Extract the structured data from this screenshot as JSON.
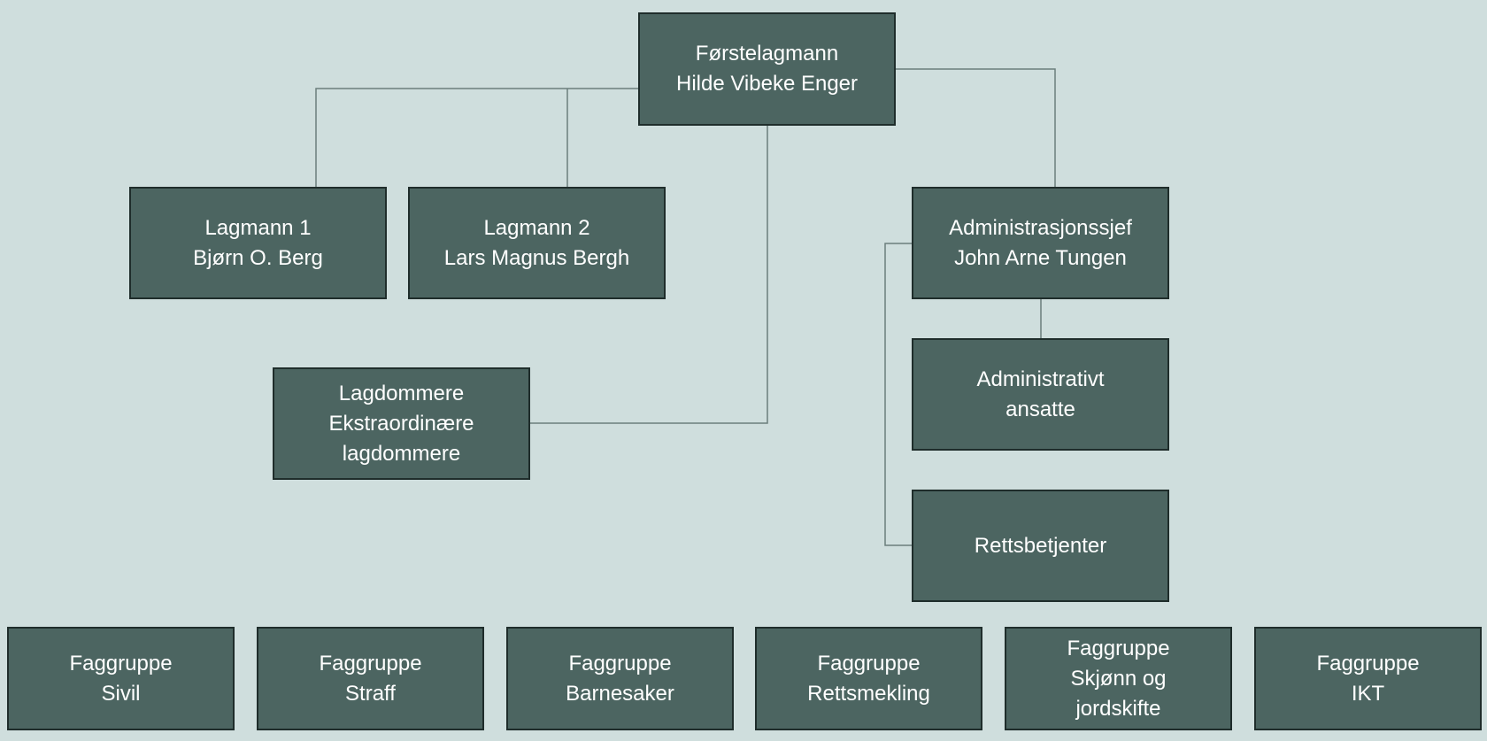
{
  "org_chart": {
    "top": {
      "title": "Førstelagmann",
      "name": "Hilde Vibeke Enger"
    },
    "lagmann_1": {
      "title": "Lagmann 1",
      "name": "Bjørn O. Berg"
    },
    "lagmann_2": {
      "title": "Lagmann 2",
      "name": "Lars Magnus Bergh"
    },
    "administrasjonssjef": {
      "title": "Administrasjonssjef",
      "name": "John Arne Tungen"
    },
    "lagdommere": {
      "line1": "Lagdommere",
      "line2": "Ekstraordinære",
      "line3": "lagdommere"
    },
    "administrativt": {
      "line1": "Administrativt",
      "line2": "ansatte"
    },
    "rettsbetjenter": {
      "label": "Rettsbetjenter"
    },
    "faggrupper": [
      {
        "line1": "Faggruppe",
        "line2": "Sivil"
      },
      {
        "line1": "Faggruppe",
        "line2": "Straff"
      },
      {
        "line1": "Faggruppe",
        "line2": "Barnesaker"
      },
      {
        "line1": "Faggruppe",
        "line2": "Rettsmekling"
      },
      {
        "line1": "Faggruppe",
        "line2": "Skjønn og",
        "line3": "jordskifte"
      },
      {
        "line1": "Faggruppe",
        "line2": "IKT"
      }
    ],
    "colors": {
      "background": "#cfdedd",
      "box_fill": "#4c6561",
      "box_border": "#1f2d2b",
      "box_text": "#ffffff",
      "connector": "#6b7f7c"
    }
  }
}
